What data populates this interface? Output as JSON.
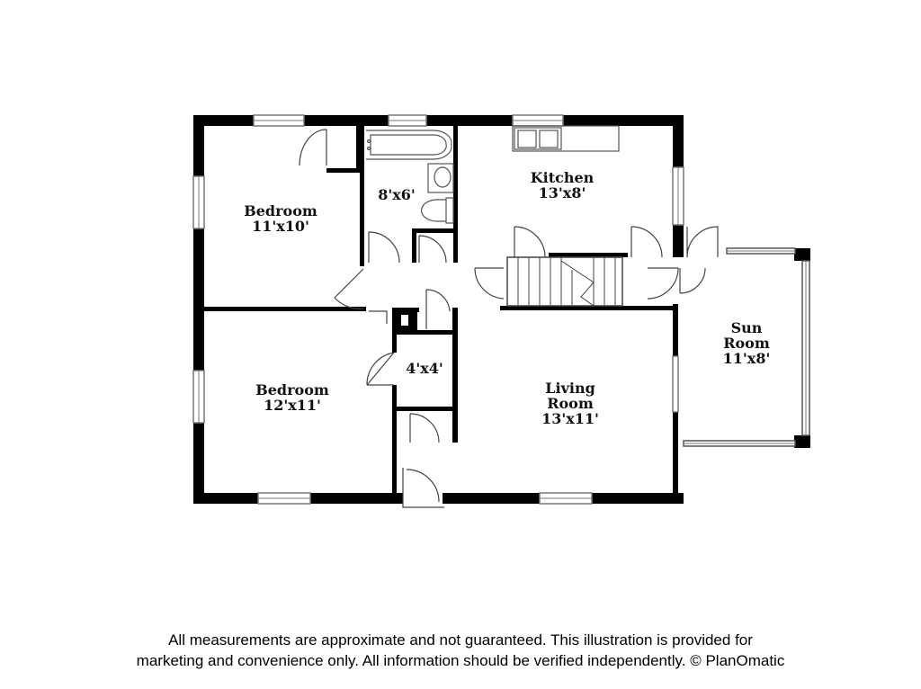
{
  "colors": {
    "wall": "#000000",
    "window_frame": "#8a8a8a",
    "fixture": "#555555",
    "background": "#ffffff"
  },
  "rooms": [
    {
      "id": "bedroom-top",
      "name": "Bedroom",
      "size": "11'x10'"
    },
    {
      "id": "bath",
      "name": "",
      "size": "8'x6'"
    },
    {
      "id": "kitchen",
      "name": "Kitchen",
      "size": "13'x8'"
    },
    {
      "id": "bedroom-bottom",
      "name": "Bedroom",
      "size": "12'x11'"
    },
    {
      "id": "closet",
      "name": "",
      "size": "4'x4'"
    },
    {
      "id": "living",
      "name_line1": "Living",
      "name_line2": "Room",
      "size": "13'x11'"
    },
    {
      "id": "sunroom",
      "name_line1": "Sun",
      "name_line2": "Room",
      "size": "11'x8'"
    }
  ],
  "disclaimer": {
    "line1": "All measurements are approximate and not guaranteed. This illustration is provided for",
    "line2": "marketing and convenience only. All information should be verified independently. © PlanOmatic"
  }
}
